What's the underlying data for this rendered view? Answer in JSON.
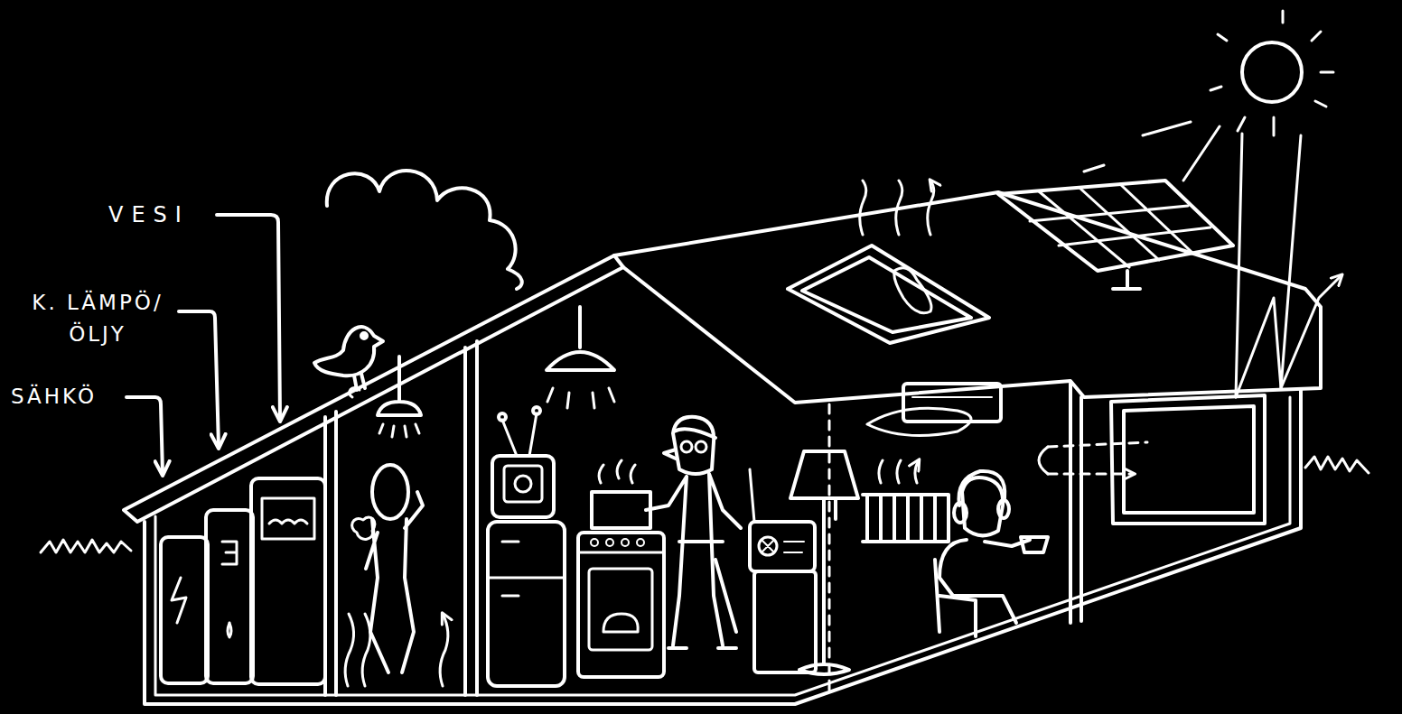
{
  "diagram": {
    "labels": [
      "VESI",
      "K. LÄMPÖ/ ÖLJY",
      "SÄHKÖ"
    ]
  }
}
